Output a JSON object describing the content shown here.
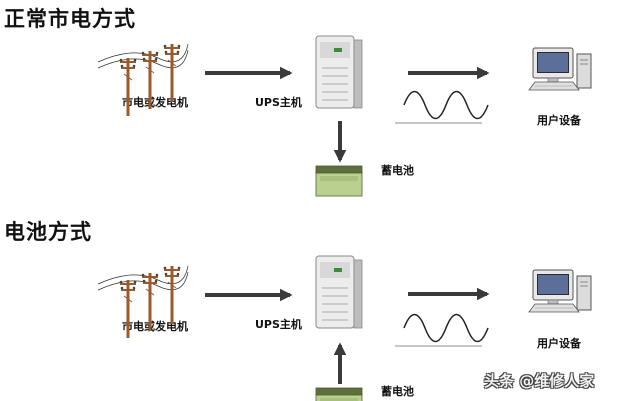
{
  "sections": [
    {
      "title": "正常市电方式",
      "source_label": "市电或发电机",
      "ups_label": "UPS主机",
      "battery_label": "蓄电池",
      "device_label": "用户设备"
    },
    {
      "title": "电池方式",
      "source_label": "市电或发电机",
      "ups_label": "UPS主机",
      "battery_label": "蓄电池",
      "device_label": "用户设备"
    }
  ],
  "watermark": "头条 @维修人家",
  "colors": {
    "arrow": "#3a3a3a",
    "tower": "#a0522d",
    "ups": "#e6e6e6",
    "battery": "#b8cf8a",
    "wave": "#222222"
  }
}
